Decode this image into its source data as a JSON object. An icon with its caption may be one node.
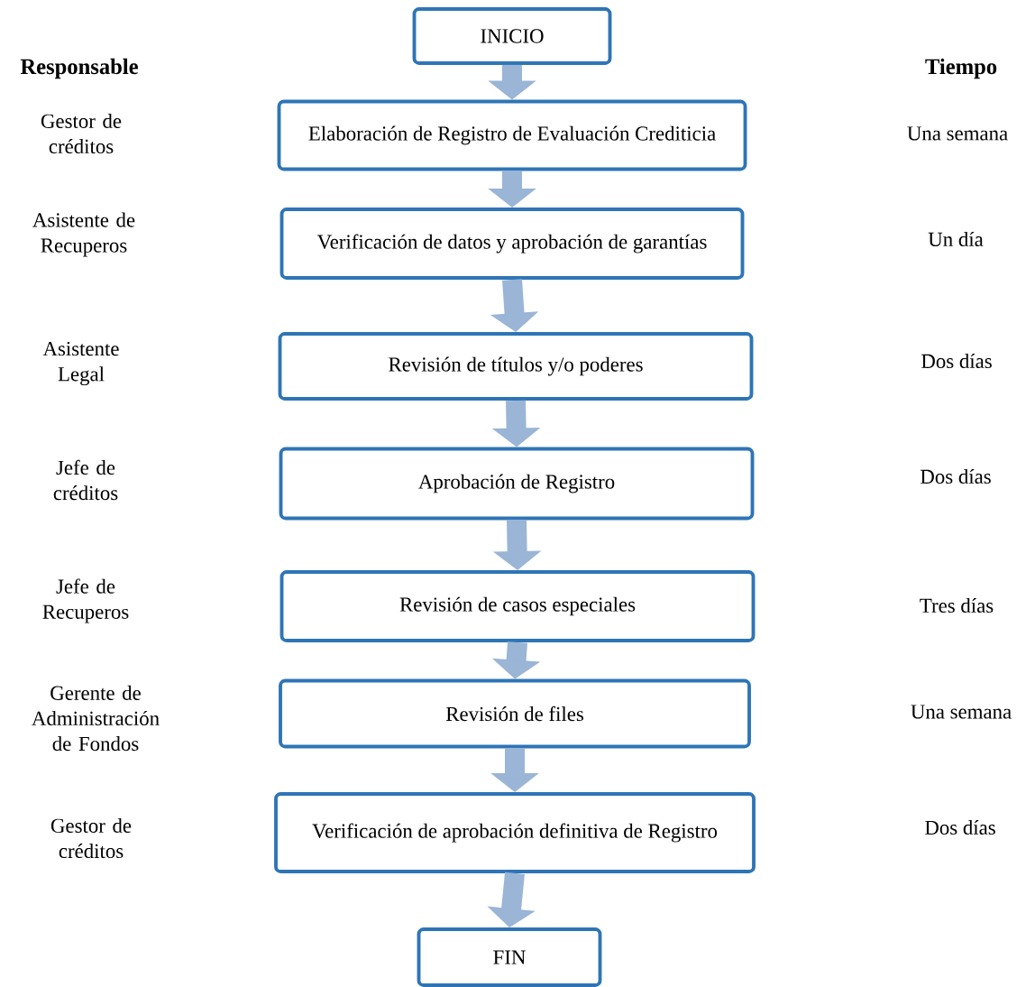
{
  "diagram": {
    "nodes": [
      {
        "text": [
          "INICIO"
        ]
      },
      {
        "text": [
          "Elaboración de Registro de Evaluación Crediticia"
        ]
      },
      {
        "text": [
          "Verificación de datos y aprobación de garantías"
        ]
      },
      {
        "text": [
          "Revisión de títulos y/o poderes"
        ]
      },
      {
        "text": [
          "Aprobación de Registro"
        ]
      },
      {
        "text": [
          "Revisión de casos especiales"
        ]
      },
      {
        "text": [
          "Revisión de files"
        ]
      },
      {
        "text": [
          "Verificación de aprobación definitiva de Registro"
        ]
      },
      {
        "text": [
          "FIN"
        ]
      }
    ],
    "edges": [
      {
        "from": 0,
        "to": 1,
        "arrow": "to"
      },
      {
        "from": 1,
        "to": 2,
        "arrow": "to"
      },
      {
        "from": 2,
        "to": 3,
        "arrow": "to"
      },
      {
        "from": 3,
        "to": 4,
        "arrow": "to"
      },
      {
        "from": 4,
        "to": 5,
        "arrow": "to"
      },
      {
        "from": 5,
        "to": 6,
        "arrow": "to"
      },
      {
        "from": 6,
        "to": 7,
        "arrow": "to"
      },
      {
        "from": 7,
        "to": 8,
        "arrow": "to"
      }
    ],
    "labels": [
      "Responsable",
      "Tiempo",
      "Gestor de créditos",
      "Una semana",
      "Asistente de Recuperos",
      "Un día",
      "Asistente Legal",
      "Dos días",
      "Jefe de créditos",
      "Dos días",
      "Jefe de Recuperos",
      "Tres días",
      "Gerente de Administración de Fondos",
      "Una semana",
      "Gestor de créditos",
      "Dos días"
    ]
  }
}
